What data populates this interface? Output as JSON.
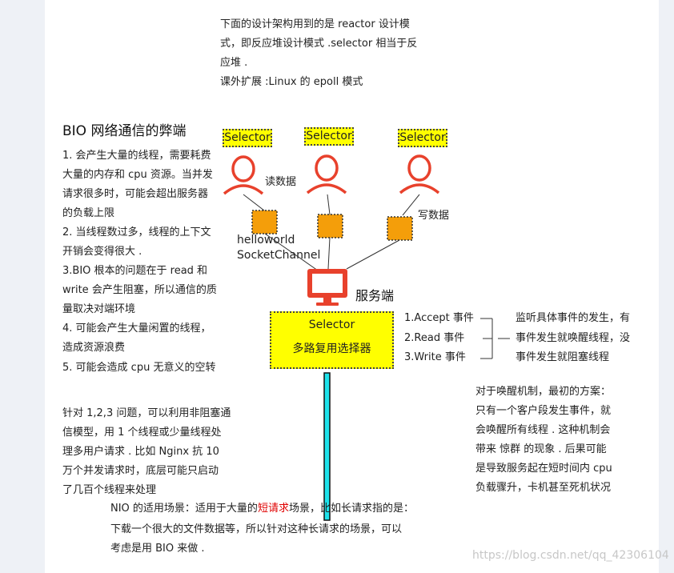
{
  "intro": {
    "lines": [
      "下面的设计架构用到的是 reactor 设计模",
      "式，即反应堆设计模式 .selector 相当于反",
      "应堆 .",
      "课外扩展 :Linux 的 epoll 模式"
    ]
  },
  "bio": {
    "title": "BIO 网络通信的弊端",
    "lines": [
      "1. 会产生大量的线程，需要耗费",
      "大量的内存和 cpu 资源。当并发",
      "请求很多时，可能会超出服务器",
      "的负载上限",
      "2. 当线程数过多，线程的上下文",
      "开销会变得很大 .",
      "3.BIO 根本的问题在于 read 和",
      "write 会产生阻塞，所以通信的质",
      "量取决对端环境",
      "4. 可能会产生大量闲置的线程，",
      "造成资源浪费",
      "5. 可能会造成 cpu 无意义的空转"
    ]
  },
  "solution": {
    "lines": [
      "针对 1,2,3 问题，可以利用非阻塞通",
      "信模型，用 1 个线程或少量线程处",
      "理多用户请求 . 比如 Nginx 抗 10",
      "万个并发请求时，底层可能只启动",
      "了几百个线程来处理"
    ]
  },
  "nio": {
    "line1_pre": "NIO 的适用场景：适用于大量的",
    "line1_highlight": "短请求",
    "line1_post": "场景，比如长请求指的是：",
    "line2": "下载一个很大的文件数据等，所以针对这种长请求的场景，可以",
    "line3": "考虑是用 BIO 来做 ."
  },
  "diagram": {
    "selector_label": "Selector",
    "read_label": "读数据",
    "write_label": "写数据",
    "channel_line1": "helloworld",
    "channel_line2": "SocketChannel",
    "server_label": "服务端",
    "multiplexer_title": "Selector",
    "multiplexer_subtitle": "多路复用选择器",
    "events": [
      "1.Accept 事件",
      "2.Read 事件",
      "3.Write 事件"
    ],
    "listen_lines": [
      "监听具体事件的发生，有",
      "事件发生就唤醒线程，没",
      "事件发生就阻塞线程"
    ],
    "colors": {
      "user": "#e8412c",
      "channel": "#f49e0a",
      "selector": "#ffff00",
      "pipe": "#1ee2ea",
      "monitor": "#e8412c"
    }
  },
  "wakeup": {
    "lines": [
      "对于唤醒机制，最初的方案：",
      "只有一个客户段发生事件，就",
      "会唤醒所有线程 . 这种机制会",
      "带来  惊群  的现象 . 后果可能",
      "是导致服务起在短时间内 cpu",
      "负载骤升，卡机甚至死机状况"
    ]
  },
  "watermark": "https://blog.csdn.net/qq_42306104"
}
